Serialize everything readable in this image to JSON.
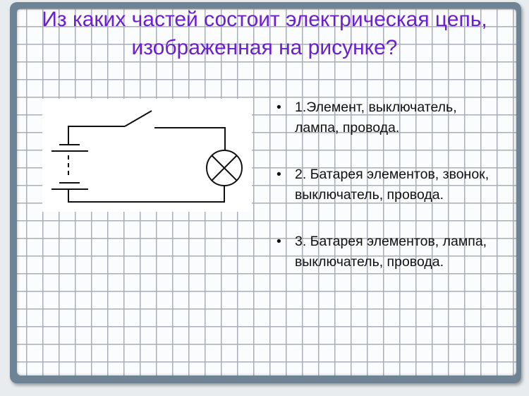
{
  "title": "Из каких частей состоит электрическая цепь, изображенная на рисунке?",
  "answers": [
    {
      "bullet": "•",
      "text": "1.Элемент, выключатель, лампа, провода."
    },
    {
      "bullet": "•",
      "text": "2. Батарея элементов, звонок, выключатель, провода."
    },
    {
      "bullet": "•",
      "text": "3. Батарея элементов, лампа, выключатель, провода."
    }
  ],
  "colors": {
    "title": "#6b1fd1",
    "frame": "#6e8394",
    "grid": "#a9aeb6"
  }
}
